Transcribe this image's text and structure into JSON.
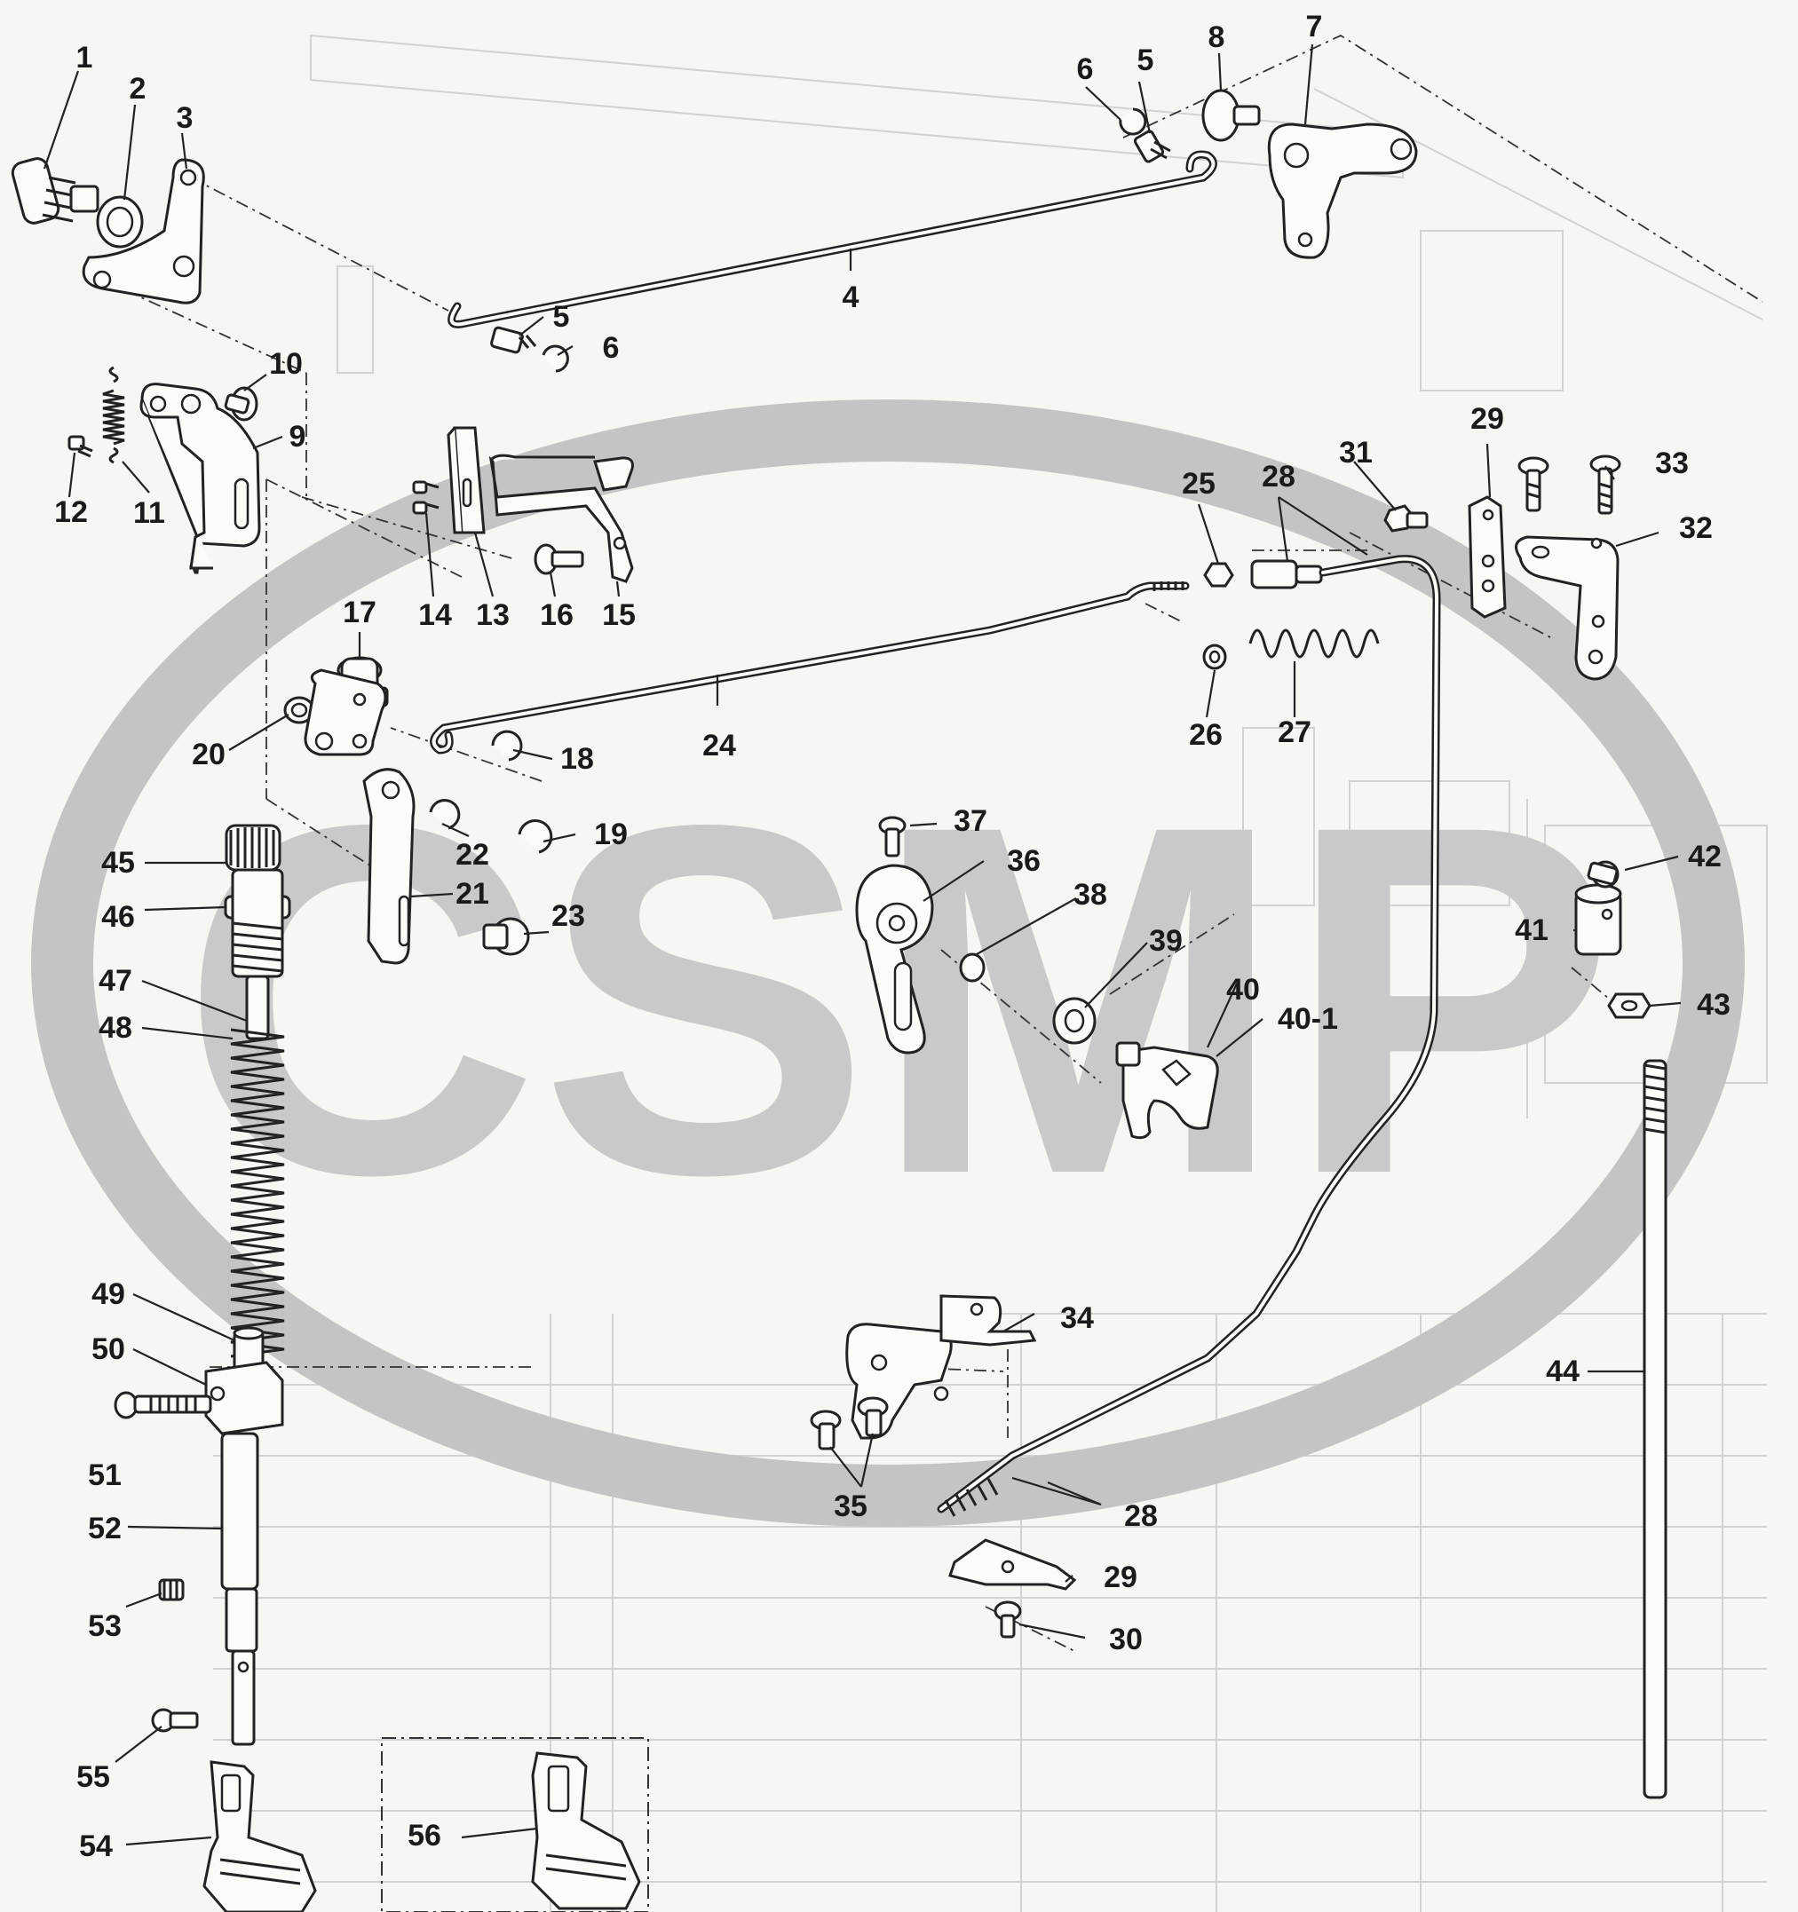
{
  "watermark": "CSMP",
  "callouts": [
    {
      "id": "1",
      "text": "1"
    },
    {
      "id": "2",
      "text": "2"
    },
    {
      "id": "3",
      "text": "3"
    },
    {
      "id": "4",
      "text": "4"
    },
    {
      "id": "5a",
      "text": "5"
    },
    {
      "id": "5b",
      "text": "5"
    },
    {
      "id": "6a",
      "text": "6"
    },
    {
      "id": "6b",
      "text": "6"
    },
    {
      "id": "7",
      "text": "7"
    },
    {
      "id": "8",
      "text": "8"
    },
    {
      "id": "9",
      "text": "9"
    },
    {
      "id": "10",
      "text": "10"
    },
    {
      "id": "11",
      "text": "11"
    },
    {
      "id": "12",
      "text": "12"
    },
    {
      "id": "13",
      "text": "13"
    },
    {
      "id": "14",
      "text": "14"
    },
    {
      "id": "15",
      "text": "15"
    },
    {
      "id": "16",
      "text": "16"
    },
    {
      "id": "17",
      "text": "17"
    },
    {
      "id": "18",
      "text": "18"
    },
    {
      "id": "19",
      "text": "19"
    },
    {
      "id": "20",
      "text": "20"
    },
    {
      "id": "21",
      "text": "21"
    },
    {
      "id": "22",
      "text": "22"
    },
    {
      "id": "23",
      "text": "23"
    },
    {
      "id": "24",
      "text": "24"
    },
    {
      "id": "25",
      "text": "25"
    },
    {
      "id": "26",
      "text": "26"
    },
    {
      "id": "27",
      "text": "27"
    },
    {
      "id": "28a",
      "text": "28"
    },
    {
      "id": "28b",
      "text": "28"
    },
    {
      "id": "29a",
      "text": "29"
    },
    {
      "id": "29b",
      "text": "29"
    },
    {
      "id": "30",
      "text": "30"
    },
    {
      "id": "31",
      "text": "31"
    },
    {
      "id": "32",
      "text": "32"
    },
    {
      "id": "33",
      "text": "33"
    },
    {
      "id": "34",
      "text": "34"
    },
    {
      "id": "35",
      "text": "35"
    },
    {
      "id": "36",
      "text": "36"
    },
    {
      "id": "37",
      "text": "37"
    },
    {
      "id": "38",
      "text": "38"
    },
    {
      "id": "39",
      "text": "39"
    },
    {
      "id": "40",
      "text": "40"
    },
    {
      "id": "40-1",
      "text": "40-1"
    },
    {
      "id": "41",
      "text": "41"
    },
    {
      "id": "42",
      "text": "42"
    },
    {
      "id": "43",
      "text": "43"
    },
    {
      "id": "44",
      "text": "44"
    },
    {
      "id": "45",
      "text": "45"
    },
    {
      "id": "46",
      "text": "46"
    },
    {
      "id": "47",
      "text": "47"
    },
    {
      "id": "48",
      "text": "48"
    },
    {
      "id": "49",
      "text": "49"
    },
    {
      "id": "50",
      "text": "50"
    },
    {
      "id": "51",
      "text": "51"
    },
    {
      "id": "52",
      "text": "52"
    },
    {
      "id": "53",
      "text": "53"
    },
    {
      "id": "54",
      "text": "54"
    },
    {
      "id": "55",
      "text": "55"
    },
    {
      "id": "56",
      "text": "56"
    }
  ]
}
